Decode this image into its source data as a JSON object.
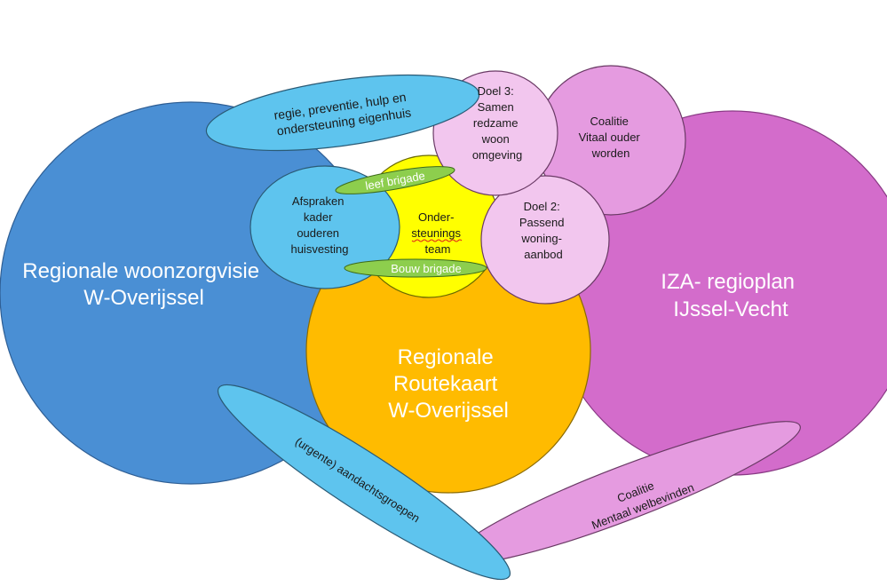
{
  "regional_vision": {
    "line1": "Regionale woonzorgvisie",
    "line2": "W-Overijssel",
    "color": "#4a8fd4"
  },
  "iza_plan": {
    "line1": "IZA- regioplan",
    "line2": "IJssel-Vecht",
    "color": "#d36ccb"
  },
  "routekaart": {
    "line1": "Regionale",
    "line2": "Routekaart",
    "line3": "W-Overijssel",
    "color": "#ffbb00"
  },
  "ondersteuningsteam": {
    "line1": "Onder-",
    "line2": "steunings",
    "line3": "team",
    "color": "#ffff00"
  },
  "afspraken": {
    "line1": "Afspraken",
    "line2": "kader",
    "line3": "ouderen",
    "line4": "huisvesting",
    "color": "#5ec4ee"
  },
  "doel3": {
    "line1": "Doel 3:",
    "line2": "Samen",
    "line3": "redzame",
    "line4": "woon",
    "line5": "omgeving",
    "color": "#f2c6ee"
  },
  "doel2": {
    "line1": "Doel 2:",
    "line2": "Passend",
    "line3": "woning-",
    "line4": "aanbod",
    "color": "#f2c6ee"
  },
  "coalitie_vitaal": {
    "line1": "Coalitie",
    "line2": "Vitaal ouder",
    "line3": "worden",
    "color": "#e59be0"
  },
  "regie": {
    "line1": "regie, preventie, hulp en",
    "line2": "ondersteuning eigenhuis",
    "color": "#5ec4ee"
  },
  "leef_brigade": {
    "label": "leef brigade",
    "color": "#8dce4d"
  },
  "bouw_brigade": {
    "label": "Bouw brigade",
    "color": "#8dce4d"
  },
  "aandachtsgroepen": {
    "label": "(urgente) aandachtsgroepen",
    "color": "#5ec4ee"
  },
  "coalitie_mentaal": {
    "line1": "Coalitie",
    "line2": "Mentaal welbevinden",
    "color": "#e59be0"
  }
}
